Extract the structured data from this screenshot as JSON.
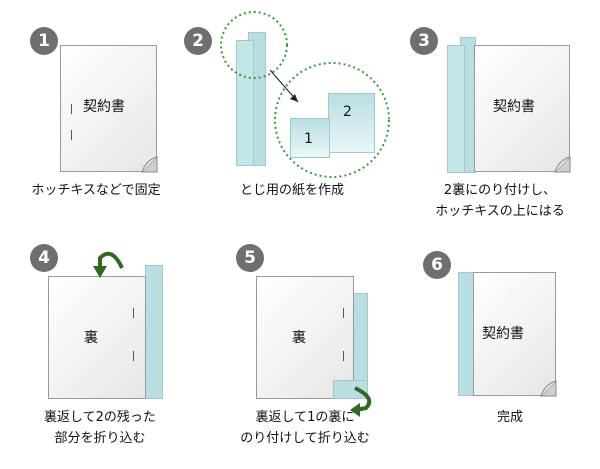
{
  "steps": [
    {
      "num": "1",
      "caption": "ホッチキスなどで固定",
      "doc": "契約書"
    },
    {
      "num": "2",
      "caption": "とじ用の紙を作成",
      "labels": [
        "1",
        "2"
      ]
    },
    {
      "num": "3",
      "caption_lines": [
        "2裏にのり付けし、",
        "ホッチキスの上にはる"
      ],
      "doc": "契約書"
    },
    {
      "num": "4",
      "caption_lines": [
        "裏返して2の残った",
        "部分を折り込む"
      ],
      "doc": "裏"
    },
    {
      "num": "5",
      "caption_lines": [
        "裏返して1の裏に",
        "のり付けして折り込む"
      ],
      "doc": "裏"
    },
    {
      "num": "6",
      "caption": "完成",
      "doc": "契約書"
    }
  ],
  "colors": {
    "strip": "#b9dfe2",
    "badge": "#6f6f6f",
    "arrow": "#2e6b1f",
    "dotted": "#3a9a3a"
  }
}
